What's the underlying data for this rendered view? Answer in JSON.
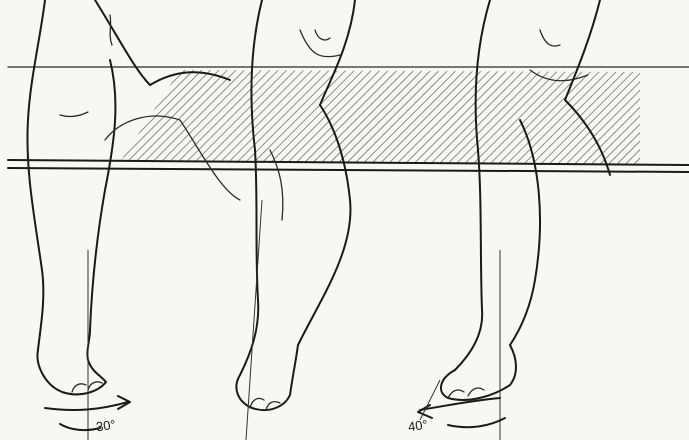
{
  "figures": [
    {
      "id": "left-leg-inversion",
      "angle_label": "30°"
    },
    {
      "id": "center-leg-neutral",
      "angle_label": ""
    },
    {
      "id": "right-leg-eversion",
      "angle_label": "40°"
    }
  ]
}
